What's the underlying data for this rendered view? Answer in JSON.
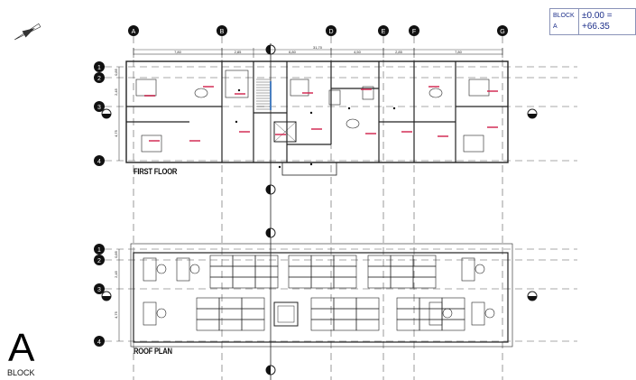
{
  "level_box": {
    "block": "BLOCK A",
    "level": "±0.00 = +66.35"
  },
  "block_label": {
    "letter": "A",
    "word": "BLOCK"
  },
  "plans": [
    {
      "title": "FIRST FLOOR"
    },
    {
      "title": "ROOF PLAN"
    }
  ],
  "grid_columns": [
    "A",
    "B",
    "D",
    "E",
    "F",
    "G"
  ],
  "grid_rows": [
    "1",
    "2",
    "3",
    "4"
  ],
  "dimensions_top": [
    "7,80",
    "2,85",
    "6,80",
    "4,50",
    "2,85",
    "7,80"
  ],
  "dimension_overall": "31,70",
  "dimensions_side": [
    "0,85",
    "2,45",
    "4,75"
  ],
  "colors": {
    "line": "#222222",
    "room_label": "#d0204a",
    "stair": "#4a7fc0",
    "level_text": "#1d2f8a"
  },
  "icons": [
    "north-arrow-icon",
    "section-marker-icon"
  ]
}
